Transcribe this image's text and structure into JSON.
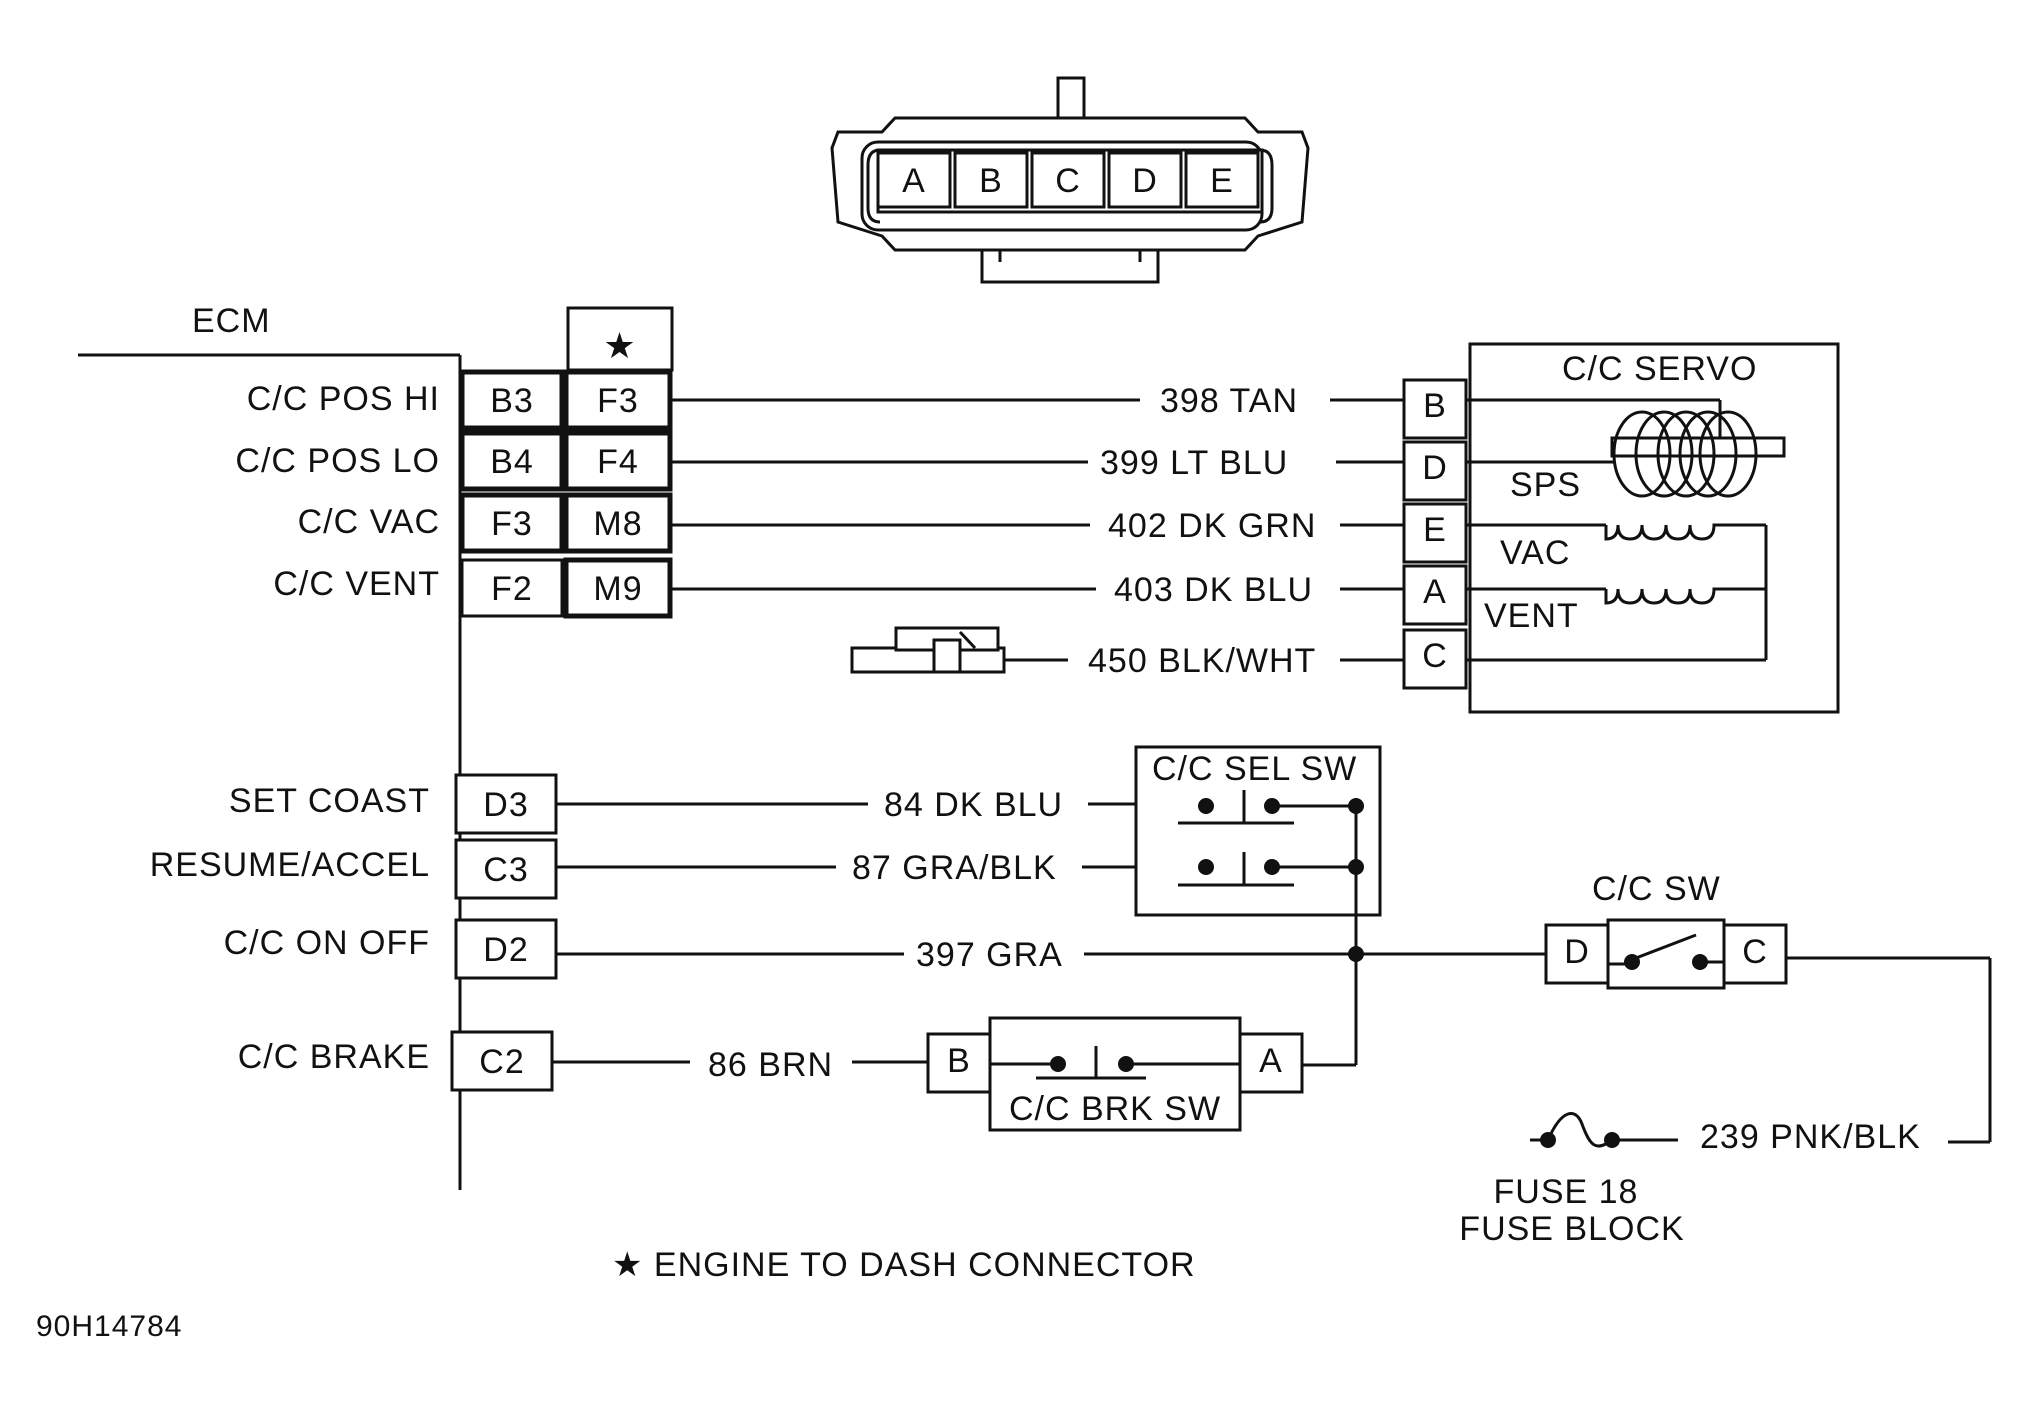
{
  "connector_pins": [
    "A",
    "B",
    "C",
    "D",
    "E"
  ],
  "ecm": {
    "title": "ECM",
    "star": "★",
    "labels": [
      "C/C POS HI",
      "C/C POS LO",
      "C/C VAC",
      "C/C VENT",
      "SET COAST",
      "RESUME/ACCEL",
      "C/C ON  OFF",
      "C/C BRAKE"
    ],
    "pins_left": [
      "B3",
      "B4",
      "F3",
      "F2",
      "D3",
      "C3",
      "D2",
      "C2"
    ],
    "pins_right": [
      "F3",
      "F4",
      "M8",
      "M9"
    ]
  },
  "wires": {
    "w398": "398 TAN",
    "w399": "399 LT BLU",
    "w402": "402 DK GRN",
    "w403": "403 DK BLU",
    "w450": "450 BLK/WHT",
    "w84": "84 DK BLU",
    "w87": "87 GRA/BLK",
    "w397": "397 GRA",
    "w86": "86 BRN",
    "w239": "239 PNK/BLK"
  },
  "servo": {
    "title": "C/C SERVO",
    "pins": [
      "B",
      "D",
      "E",
      "A",
      "C"
    ],
    "sps": "SPS",
    "vac": "VAC",
    "vent": "VENT"
  },
  "sel_sw": {
    "title": "C/C SEL SW"
  },
  "cc_sw": {
    "title": "C/C SW",
    "pin_left": "D",
    "pin_right": "C"
  },
  "brk_sw": {
    "title": "C/C BRK SW",
    "pin_left": "B",
    "pin_right": "A"
  },
  "fuse": {
    "line1": "FUSE 18",
    "line2": "FUSE BLOCK"
  },
  "legend": "★ ENGINE TO DASH CONNECTOR",
  "figure_id": "90H14784"
}
